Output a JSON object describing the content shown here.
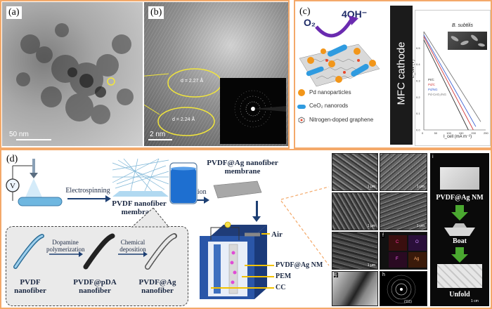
{
  "panels": {
    "a": {
      "label": "(a)",
      "scale": "50 nm"
    },
    "b": {
      "label": "(b)",
      "scale": "2 nm",
      "d1": "d = 2.27 Å",
      "d2": "d = 2.24 Å"
    },
    "c": {
      "label": "(c)",
      "o2": "O₂",
      "oh": "4OH⁻",
      "cathode": "MFC cathode",
      "legend": [
        "Pd nanoparticles",
        "CeO₂ nanorods",
        "Nitrogen-doped graphene"
      ],
      "bacteria": "B. subtilis",
      "ylabel": "E_cell (V)",
      "xlabel": "I_cell (mA m⁻²)"
    },
    "d": {
      "label": "(d)",
      "steps": {
        "electrospinning": "Electrospinning",
        "infiltration": "Infiltration",
        "dopamine": "Dopamine polymerization",
        "chemical": "Chemical deposition"
      },
      "membranes": {
        "pvdf": "PVDF nanofiber membrane",
        "ag": "PVDF@Ag nanofiber membrane"
      },
      "fibers": {
        "pvdf": "PVDF nanofiber",
        "pda": "PVDF@pDA nanofiber",
        "ag": "PVDF@Ag nanofiber"
      },
      "cell": {
        "air": "Air",
        "nm": "PVDF@Ag NM",
        "pem": "PEM",
        "cc": "CC"
      }
    },
    "sem": {
      "scales": [
        "1 μm",
        "1 μm",
        "1 μm",
        "1 μm",
        "1 μm"
      ],
      "labels": [
        "e",
        "f",
        "g",
        "h",
        "i"
      ],
      "eds": [
        "C",
        "O",
        "F",
        "Ag"
      ],
      "ring": "(111)"
    },
    "fold": {
      "title": "PVDF@Ag NM",
      "boat": "Boat",
      "unfold": "Unfold",
      "scale": "1 cm"
    }
  },
  "chart_data": {
    "type": "line",
    "title": "",
    "xlabel": "I_cell (mA m⁻²)",
    "ylabel": "E_cell (V)",
    "xlim": [
      0,
      250
    ],
    "ylim": [
      0,
      0.6
    ],
    "series": [
      {
        "name": "Pt/C",
        "x": [
          0,
          180
        ],
        "y": [
          0.55,
          0.0
        ]
      },
      {
        "name": "Pd/C",
        "x": [
          0,
          200
        ],
        "y": [
          0.57,
          0.0
        ]
      },
      {
        "name": "Pd/NG",
        "x": [
          0,
          210
        ],
        "y": [
          0.58,
          0.02
        ]
      },
      {
        "name": "Pd-CeO₂/NG",
        "x": [
          0,
          230
        ],
        "y": [
          0.6,
          0.05
        ]
      }
    ],
    "x_ticks": [
      "0",
      "50",
      "100",
      "150",
      "200",
      "250"
    ],
    "y_ticks": [
      "0.0",
      "0.1",
      "0.2",
      "0.3",
      "0.4",
      "0.5"
    ]
  }
}
